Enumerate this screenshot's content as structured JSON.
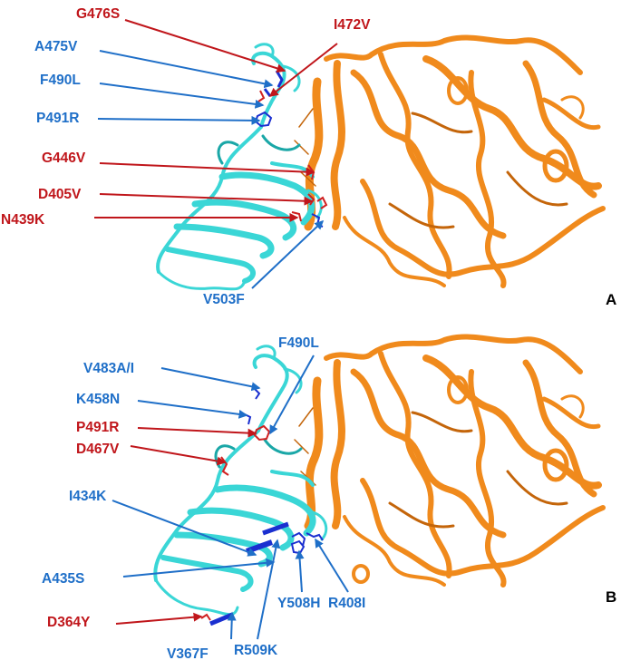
{
  "colors": {
    "red": "#c0161b",
    "blue": "#1f6fc8",
    "rbd": "#3ad6d6",
    "rbd_dark": "#1aa7a7",
    "ace2": "#f08a1c",
    "ace2_dark": "#c4650a",
    "residue_blue": "#1a2fd0",
    "residue_red": "#d02020"
  },
  "panels": [
    {
      "letter": "A",
      "labels": [
        {
          "text": "G476S",
          "color": "red"
        },
        {
          "text": "I472V",
          "color": "red"
        },
        {
          "text": "A475V",
          "color": "blue"
        },
        {
          "text": "F490L",
          "color": "blue"
        },
        {
          "text": "P491R",
          "color": "blue"
        },
        {
          "text": "G446V",
          "color": "red"
        },
        {
          "text": "D405V",
          "color": "red"
        },
        {
          "text": "N439K",
          "color": "red"
        },
        {
          "text": "V503F",
          "color": "blue"
        }
      ]
    },
    {
      "letter": "B",
      "labels": [
        {
          "text": "F490L",
          "color": "blue"
        },
        {
          "text": "V483A/I",
          "color": "blue"
        },
        {
          "text": "K458N",
          "color": "blue"
        },
        {
          "text": "P491R",
          "color": "red"
        },
        {
          "text": "D467V",
          "color": "red"
        },
        {
          "text": "I434K",
          "color": "blue"
        },
        {
          "text": "A435S",
          "color": "blue"
        },
        {
          "text": "D364Y",
          "color": "red"
        },
        {
          "text": "V367F",
          "color": "blue"
        },
        {
          "text": "R509K",
          "color": "blue"
        },
        {
          "text": "Y508H",
          "color": "blue"
        },
        {
          "text": "R408I",
          "color": "blue"
        }
      ]
    }
  ]
}
